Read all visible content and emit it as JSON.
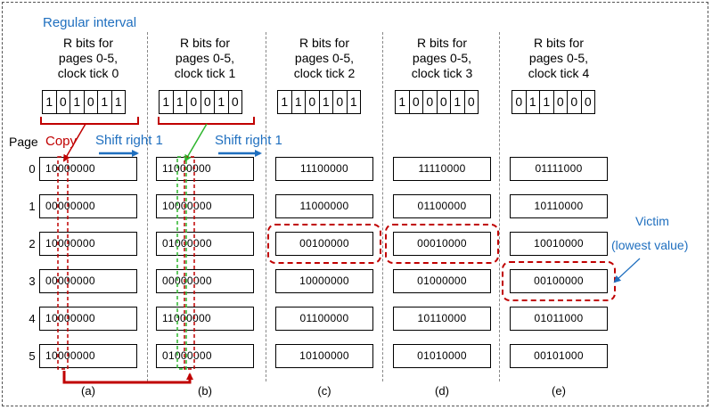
{
  "annotations": {
    "regular_interval": "Regular interval",
    "page_header": "Page",
    "copy": "Copy",
    "shift_right_a": "Shift right 1",
    "shift_right_b": "Shift right 1",
    "victim": "Victim",
    "victim_note": "(lowest value)"
  },
  "colors": {
    "blue": "#1f6fbf",
    "red": "#c00000",
    "green": "#2db52d"
  },
  "pages": [
    "0",
    "1",
    "2",
    "3",
    "4",
    "5"
  ],
  "columns": [
    {
      "header": [
        "R bits for",
        "pages 0-5,",
        "clock tick 0"
      ],
      "rbits": [
        "1",
        "0",
        "1",
        "0",
        "1",
        "1"
      ],
      "registers": [
        "10000000",
        "00000000",
        "10000000",
        "00000000",
        "10000000",
        "10000000"
      ],
      "label": "(a)"
    },
    {
      "header": [
        "R bits for",
        "pages 0-5,",
        "clock tick 1"
      ],
      "rbits": [
        "1",
        "1",
        "0",
        "0",
        "1",
        "0"
      ],
      "registers": [
        "11000000",
        "10000000",
        "01000000",
        "00000000",
        "11000000",
        "01000000"
      ],
      "label": "(b)"
    },
    {
      "header": [
        "R bits for",
        "pages 0-5,",
        "clock tick 2"
      ],
      "rbits": [
        "1",
        "1",
        "0",
        "1",
        "0",
        "1"
      ],
      "registers": [
        "11100000",
        "11000000",
        "00100000",
        "10000000",
        "01100000",
        "10100000"
      ],
      "label": "(c)"
    },
    {
      "header": [
        "R bits for",
        "pages 0-5,",
        "clock tick 3"
      ],
      "rbits": [
        "1",
        "0",
        "0",
        "0",
        "1",
        "0"
      ],
      "registers": [
        "11110000",
        "01100000",
        "00010000",
        "01000000",
        "10110000",
        "01010000"
      ],
      "label": "(d)"
    },
    {
      "header": [
        "R bits for",
        "pages 0-5,",
        "clock tick 4"
      ],
      "rbits": [
        "0",
        "1",
        "1",
        "0",
        "0",
        "0"
      ],
      "registers": [
        "01111000",
        "10110000",
        "10010000",
        "00100000",
        "01011000",
        "00101000"
      ],
      "label": "(e)"
    }
  ]
}
